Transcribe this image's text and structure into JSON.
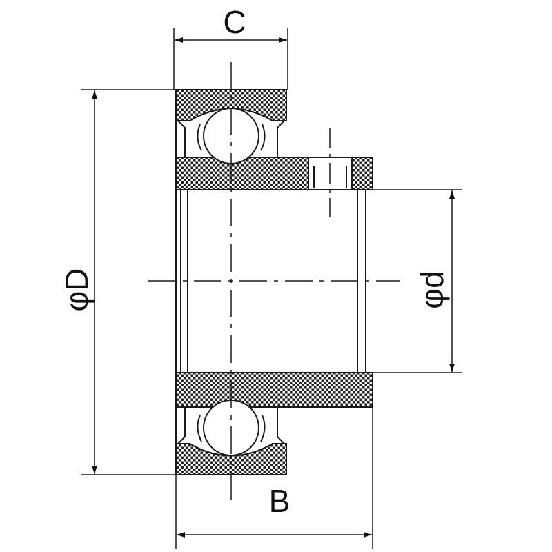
{
  "diagram": {
    "labels": {
      "width_outer": "C",
      "outer_diameter": "φD",
      "bore_diameter": "φd",
      "width_inner": "B"
    },
    "colors": {
      "line": "#1a1a1a",
      "hatch": "#222222",
      "background": "#ffffff"
    }
  }
}
